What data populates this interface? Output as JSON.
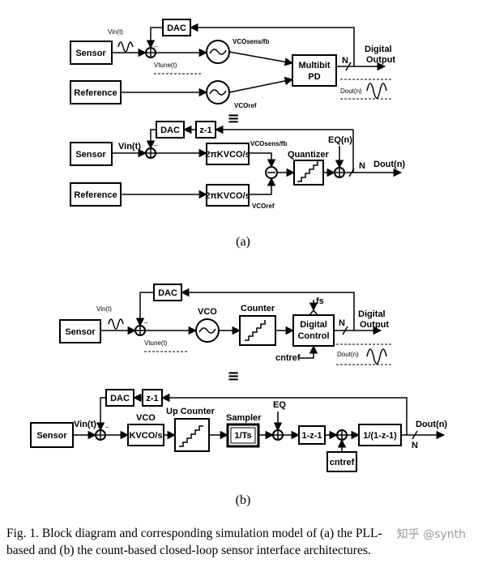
{
  "panel_a": {
    "top": {
      "sensor": "Sensor",
      "reference": "Reference",
      "dac": "DAC",
      "vin": "Vin(t)",
      "vtune": "Vtune(t)",
      "vco_sens": "VCOsens/fb",
      "vco_ref": "VCOref",
      "pd": [
        "Multibit",
        "PD"
      ],
      "n": "N",
      "output": [
        "Digital",
        "Output"
      ],
      "dout": "Dout(n)",
      "minus": "–"
    },
    "equiv": "≡",
    "model": {
      "sensor": "Sensor",
      "reference": "Reference",
      "dac": "DAC",
      "zinv": "z-1",
      "vin": "Vin(t)",
      "integ1": "2πKVCO/s",
      "integ2": "2πKVCO/s",
      "vco_sens": "VCOsens/fb",
      "vco_ref": "VCOref",
      "quantizer": "Quantizer",
      "eq": "EQ(n)",
      "n": "N",
      "dout": "Dout(n)",
      "minus": "–"
    },
    "label": "(a)"
  },
  "panel_b": {
    "top": {
      "sensor": "Sensor",
      "dac": "DAC",
      "vin": "Vin(t)",
      "vtune": "Vtune(t)",
      "vco": "VCO",
      "counter": "Counter",
      "fs": "fs",
      "control": [
        "Digital",
        "Control"
      ],
      "cnt": "cntref",
      "n": "N",
      "output": [
        "Digital",
        "Output"
      ],
      "dout": "Dout(n)",
      "minus": "–"
    },
    "equiv": "≡",
    "model": {
      "sensor": "Sensor",
      "dac": "DAC",
      "zinv": "z-1",
      "vin": "Vin(t)",
      "vco_label": "VCO",
      "vco_block": "KVCO/s",
      "up_counter": "Up Counter",
      "sampler": "Sampler",
      "sampler_block": "1/Ts",
      "eq": "EQ",
      "diff": "1-z-1",
      "cnt": "cntref",
      "integ": "1/(1-z-1)",
      "n": "N",
      "dout": "Dout(n)",
      "minus": "–"
    },
    "label": "(b)"
  },
  "caption": [
    "Fig. 1.   Block diagram and corresponding simulation model of (a) the PLL-",
    "based and (b) the count-based closed-loop sensor interface architectures."
  ],
  "watermark": "知乎 @synth"
}
